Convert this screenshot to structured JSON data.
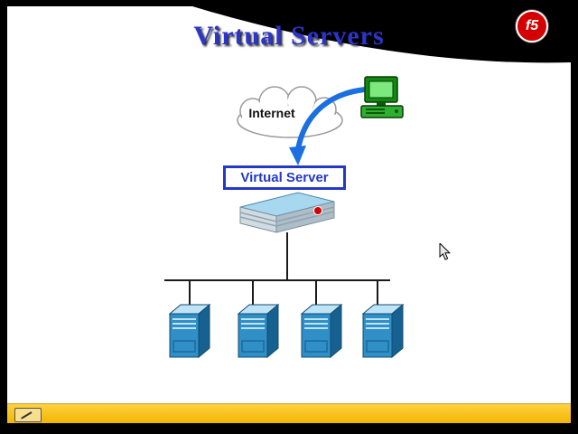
{
  "slide": {
    "title": "Virtual Servers",
    "logo": {
      "text": "f5"
    }
  },
  "diagram": {
    "cloud_label": "Internet",
    "virtual_server_label": "Virtual Server",
    "server_count": 4,
    "icons": [
      "f5-logo",
      "internet-cloud-icon",
      "client-computer-icon",
      "traffic-arrow-icon",
      "bigip-appliance-icon",
      "server-icon",
      "mouse-cursor-icon",
      "pen-icon"
    ]
  },
  "colors": {
    "title_blue": "#2b35c8",
    "accent_blue": "#2438c8",
    "arrow_blue": "#1c6fe0",
    "bar_yellow": "#fdc10a",
    "logo_red": "#d40000",
    "server_blue": "#2f8fc6",
    "computer_green": "#2fae2f",
    "slide_white": "#ffffff",
    "frame_black": "#000000"
  }
}
